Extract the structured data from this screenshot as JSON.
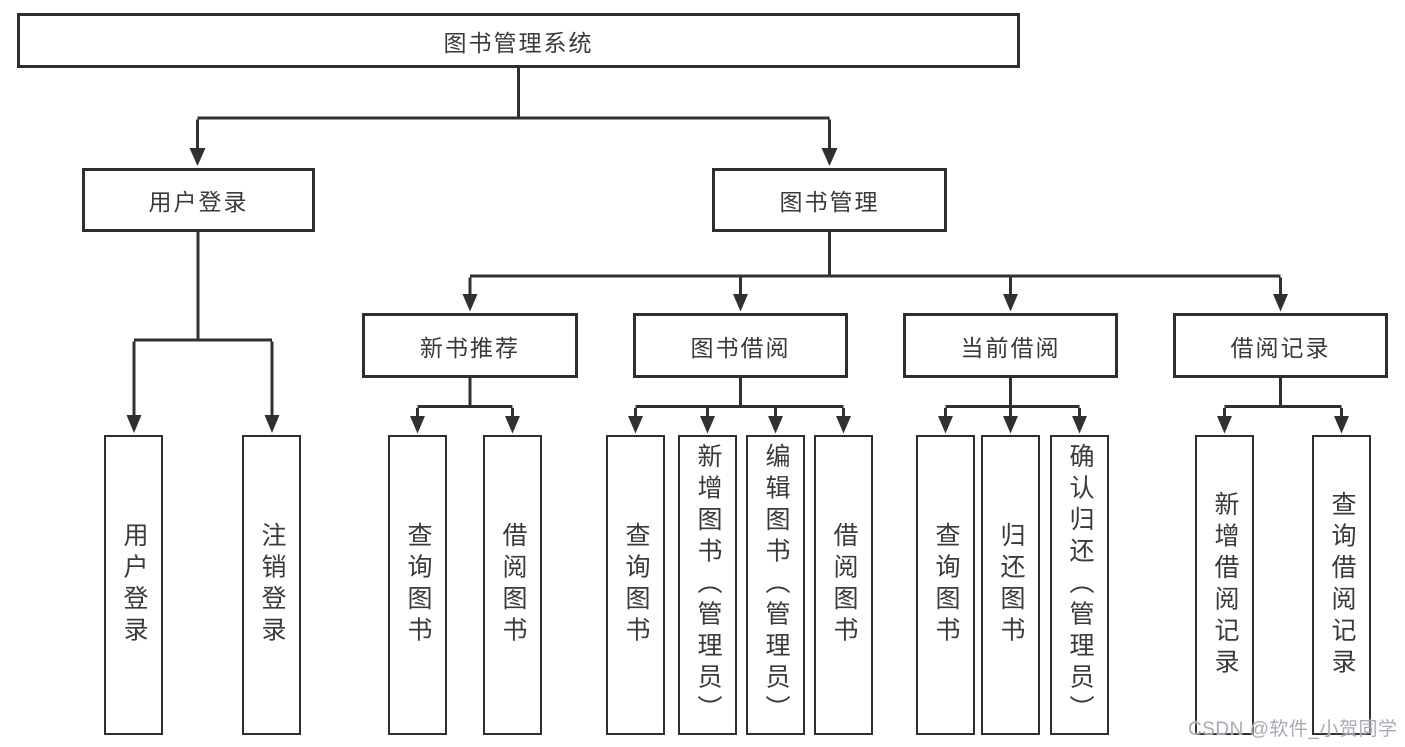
{
  "tree": {
    "root": {
      "label": "图书管理系统"
    },
    "level2": [
      {
        "label": "用户登录",
        "children": [
          {
            "label": "用户登录"
          },
          {
            "label": "注销登录"
          }
        ]
      },
      {
        "label": "图书管理",
        "children": [
          {
            "label": "新书推荐",
            "children": [
              {
                "label": "查询图书"
              },
              {
                "label": "借阅图书"
              }
            ]
          },
          {
            "label": "图书借阅",
            "children": [
              {
                "label": "查询图书"
              },
              {
                "label": "新增图书（管理员）"
              },
              {
                "label": "编辑图书（管理员）"
              },
              {
                "label": "借阅图书"
              }
            ]
          },
          {
            "label": "当前借阅",
            "children": [
              {
                "label": "查询图书"
              },
              {
                "label": "归还图书"
              },
              {
                "label": "确认归还（管理员）"
              }
            ]
          },
          {
            "label": "借阅记录",
            "children": [
              {
                "label": "新增借阅记录"
              },
              {
                "label": "查询借阅记录"
              }
            ]
          }
        ]
      }
    ]
  },
  "watermark": {
    "text": "CSDN @软件_小贺同学"
  },
  "colors": {
    "line": "#303030",
    "box_border": "#2e2e2e",
    "box_fill": "#ffffff",
    "text": "#3a3a3a",
    "watermark": "#a6aab3",
    "background": "#ffffff"
  }
}
